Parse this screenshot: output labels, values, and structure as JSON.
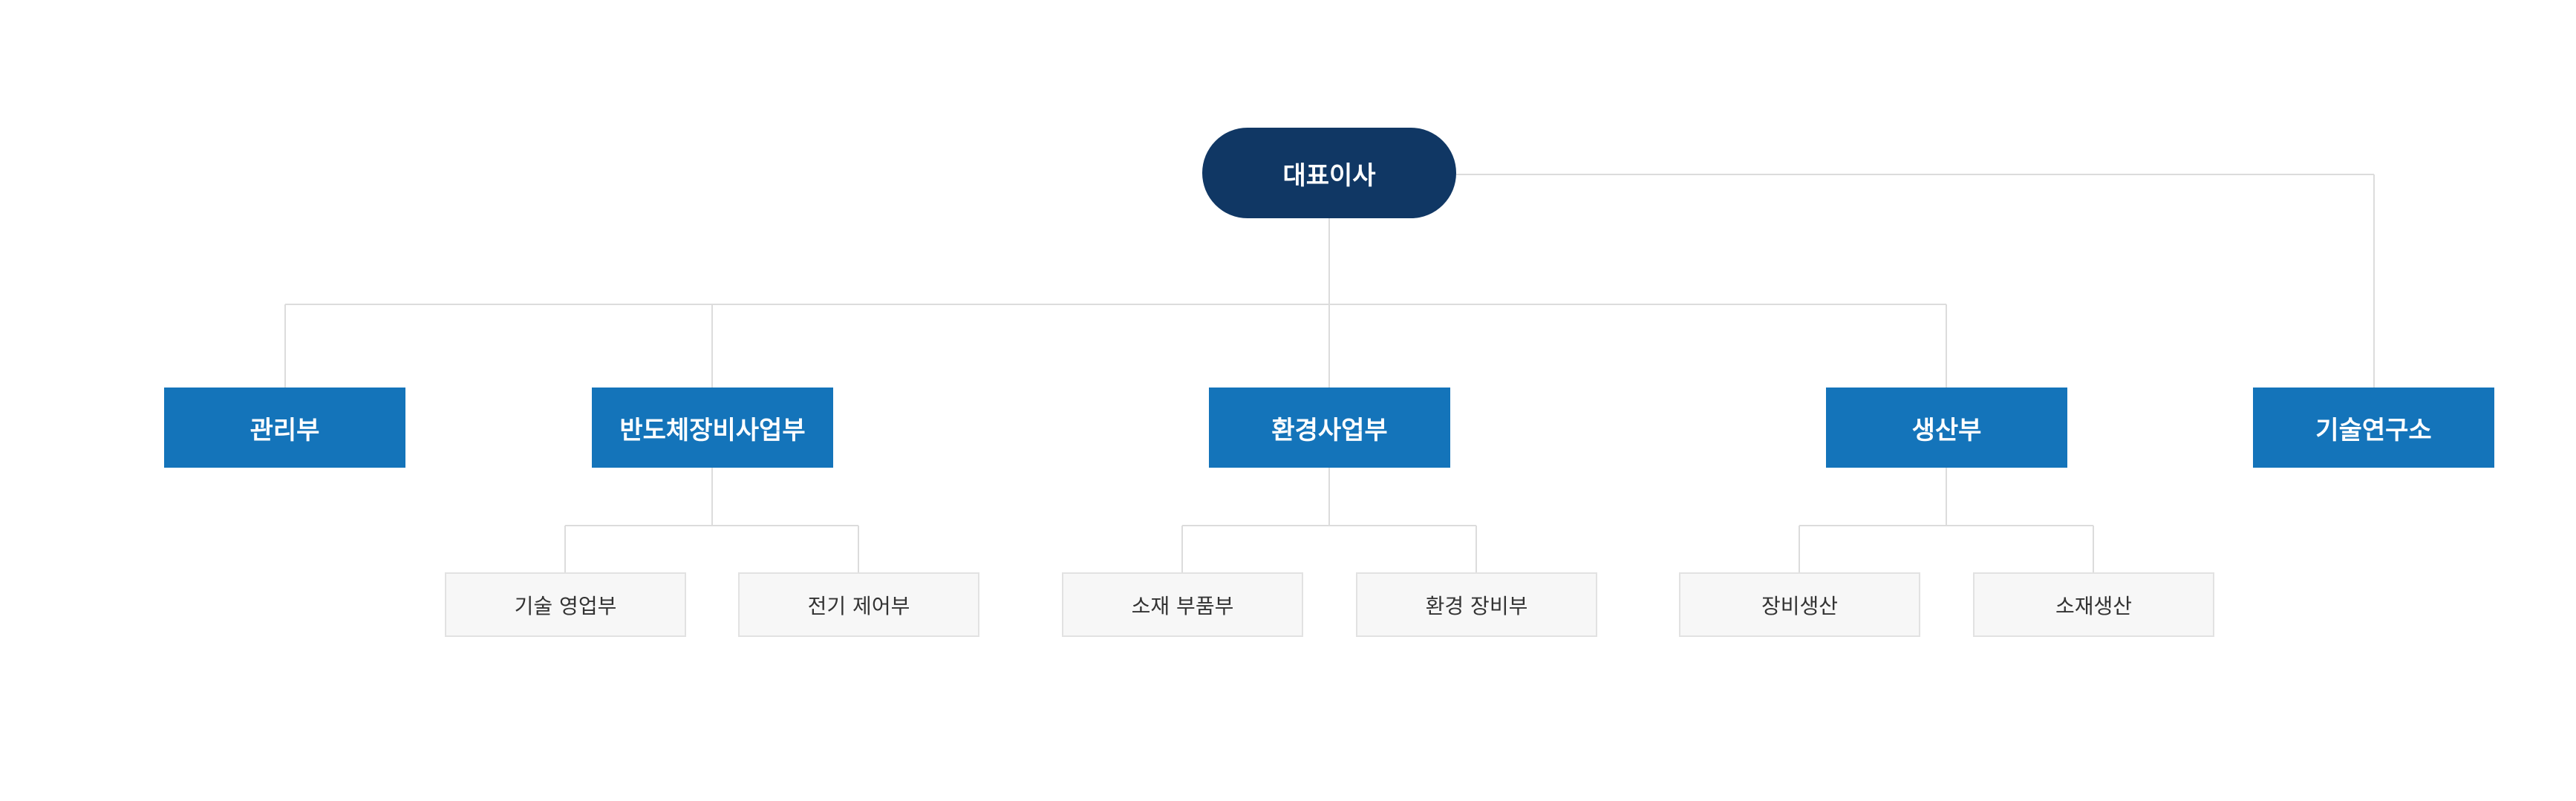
{
  "colors": {
    "ceo_fill": "#103764",
    "department_fill": "#1474ba",
    "team_fill": "#f7f7f7",
    "team_border": "#e2e2e2",
    "connector": "#dcdcdc"
  },
  "ceo": {
    "label": "대표이사"
  },
  "departments": [
    {
      "label": "관리부"
    },
    {
      "label": "반도체장비사업부"
    },
    {
      "label": "환경사업부"
    },
    {
      "label": "생산부"
    },
    {
      "label": "기술연구소"
    }
  ],
  "teams": [
    {
      "label": "기술 영업부",
      "parent": "반도체장비사업부"
    },
    {
      "label": "전기 제어부",
      "parent": "반도체장비사업부"
    },
    {
      "label": "소재 부품부",
      "parent": "환경사업부"
    },
    {
      "label": "환경 장비부",
      "parent": "환경사업부"
    },
    {
      "label": "장비생산",
      "parent": "생산부"
    },
    {
      "label": "소재생산",
      "parent": "생산부"
    }
  ]
}
